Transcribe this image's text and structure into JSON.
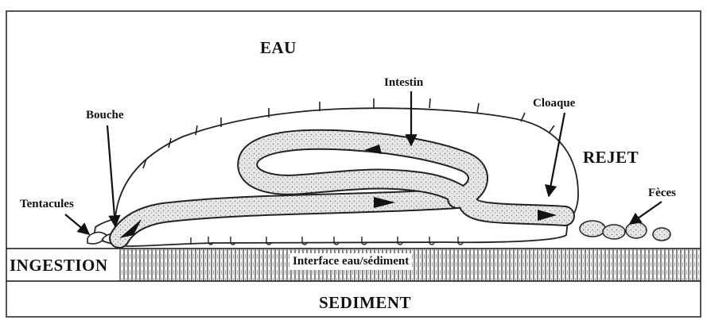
{
  "labels": {
    "water": "EAU",
    "intestine": "Intestin",
    "cloaca": "Cloaque",
    "mouth": "Bouche",
    "rejection": "REJET",
    "feces": "Fèces",
    "tentacles": "Tentacules",
    "ingestion": "INGESTION",
    "interface": "Interface eau/sédiment",
    "sediment": "SEDIMENT"
  },
  "colors": {
    "ink": "#111111",
    "background": "#ffffff",
    "gut_fill": "#e2e2e2",
    "sediment_fill": "#f4f4f4"
  }
}
